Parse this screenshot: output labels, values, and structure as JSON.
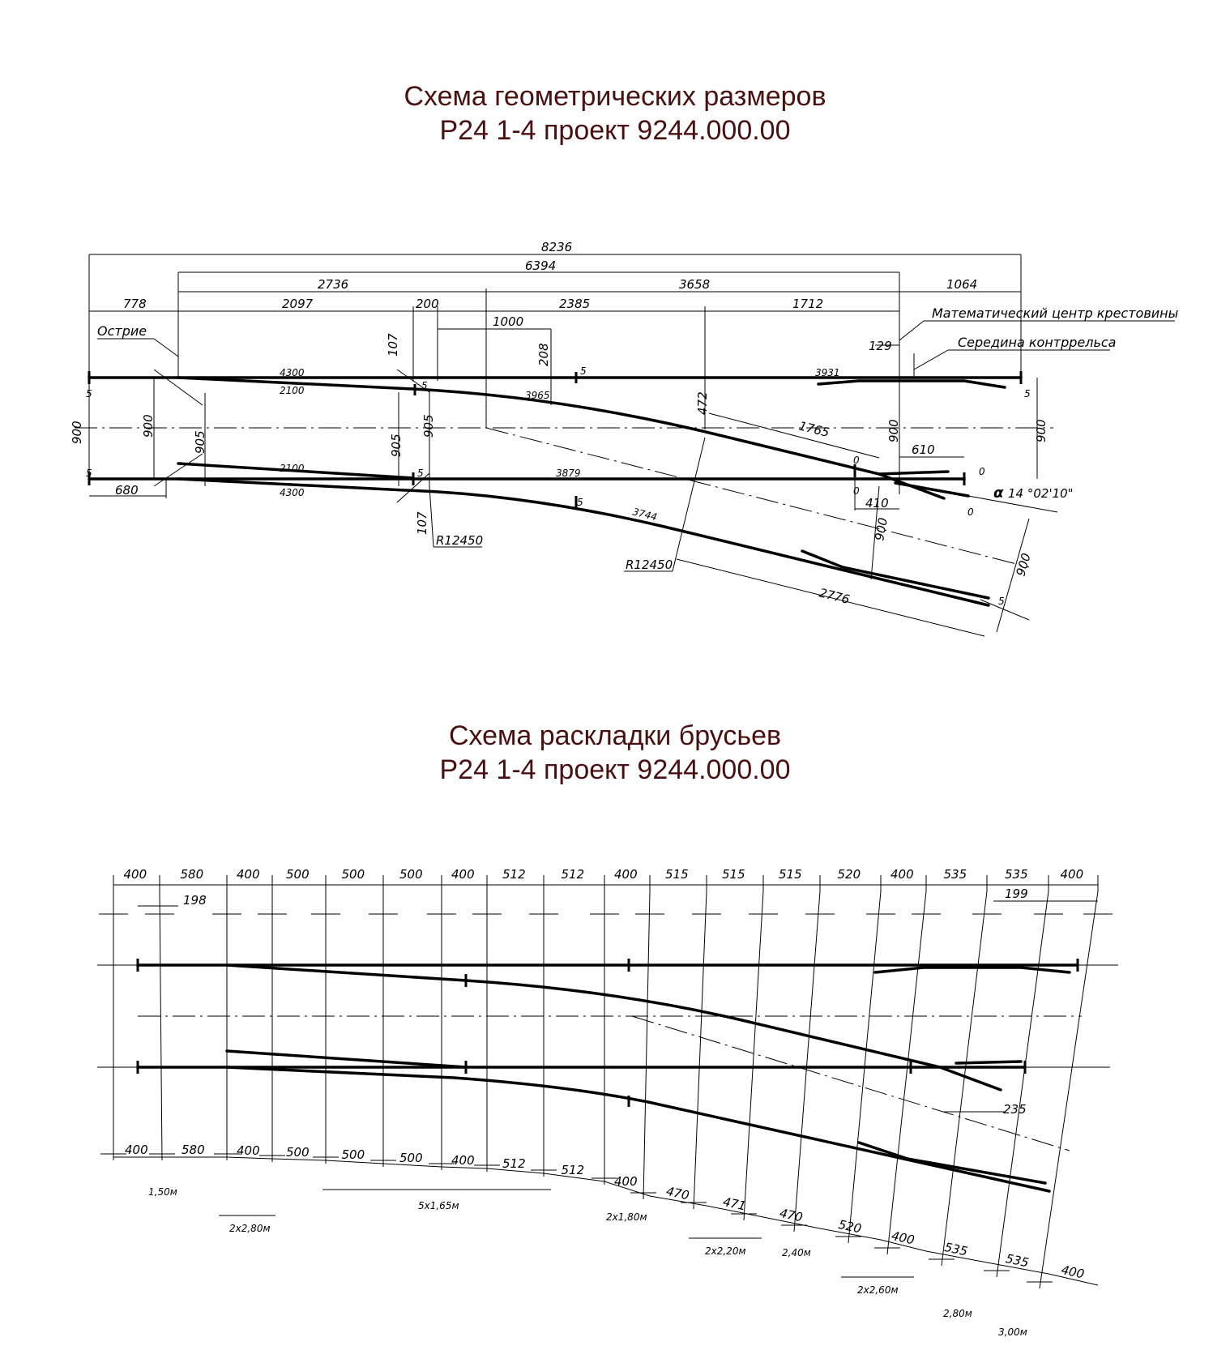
{
  "schema1": {
    "title_line1": "Схема геометрических размеров",
    "title_line2": "Р24 1-4 проект 9244.000.00",
    "dims": {
      "d8236": "8236",
      "d6394": "6394",
      "d2736": "2736",
      "d3658": "3658",
      "d1064": "1064",
      "d778": "778",
      "d2097": "2097",
      "d200": "200",
      "d2385": "2385",
      "d1712": "1712",
      "d1000": "1000",
      "d107a": "107",
      "d208": "208",
      "d129": "129",
      "d4300a": "4300",
      "d2100a": "2100",
      "d3965": "3965",
      "d3931": "3931",
      "d2100b": "2100",
      "d4300b": "4300",
      "d3879": "3879",
      "d3744": "3744",
      "d472": "472",
      "d1765": "1765",
      "d610": "610",
      "d410": "410",
      "d900l": "900",
      "d900l2": "900",
      "d905a": "905",
      "d905b": "905",
      "d905c": "905",
      "d900m": "900",
      "d900r": "900",
      "d900d": "900",
      "d900e": "900",
      "d680": "680",
      "d107b": "107",
      "d2776": "2776",
      "r1": "R12450",
      "r2": "R12450",
      "s5": "5",
      "s0": "0"
    },
    "labels": {
      "ostrie": "Острие",
      "math_center": "Математический центр крестовины",
      "mid_counter": "Середина контррельса",
      "angle": "14 °02'10\""
    }
  },
  "schema2": {
    "title_line1": "Схема раскладки брусьев",
    "title_line2": "Р24 1-4 проект 9244.000.00",
    "top_spacings": [
      "400",
      "580",
      "400",
      "500",
      "500",
      "500",
      "400",
      "512",
      "512",
      "400",
      "515",
      "515",
      "515",
      "520",
      "400",
      "535",
      "535",
      "400"
    ],
    "d198": "198",
    "d199": "199",
    "d235": "235",
    "bottom_spacings": [
      "400",
      "580",
      "400",
      "500",
      "500",
      "500",
      "400",
      "512",
      "512",
      "400",
      "470",
      "471",
      "470",
      "520",
      "400",
      "535",
      "535",
      "400"
    ],
    "groups": {
      "g150": "1,50м",
      "g280": "2х2,80м",
      "g165": "5х1,65м",
      "g180": "2х1,80м",
      "g220": "2х2,20м",
      "g240": "2,40м",
      "g260": "2х2,60м",
      "g280b": "2,80м",
      "g300": "3,00м"
    }
  }
}
